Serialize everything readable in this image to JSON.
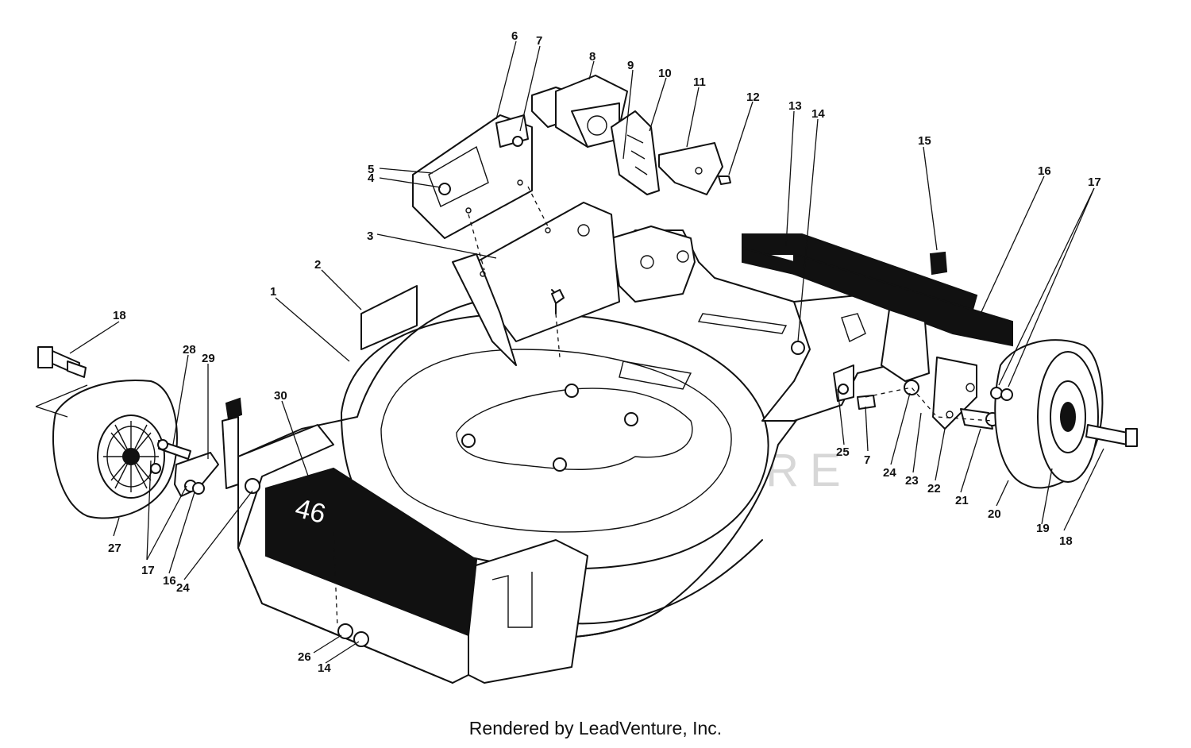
{
  "watermark": "LEADVENTURE",
  "deck_decal": "46",
  "footer": "Rendered by LeadVenture, Inc.",
  "callouts": [
    "1",
    "2",
    "3",
    "4",
    "5",
    "6",
    "7",
    "8",
    "9",
    "10",
    "11",
    "12",
    "13",
    "14",
    "15",
    "16",
    "17",
    "18",
    "28",
    "29",
    "30",
    "27",
    "17",
    "16",
    "24",
    "26",
    "14",
    "25",
    "7",
    "24",
    "23",
    "22",
    "21",
    "20",
    "19",
    "18"
  ]
}
